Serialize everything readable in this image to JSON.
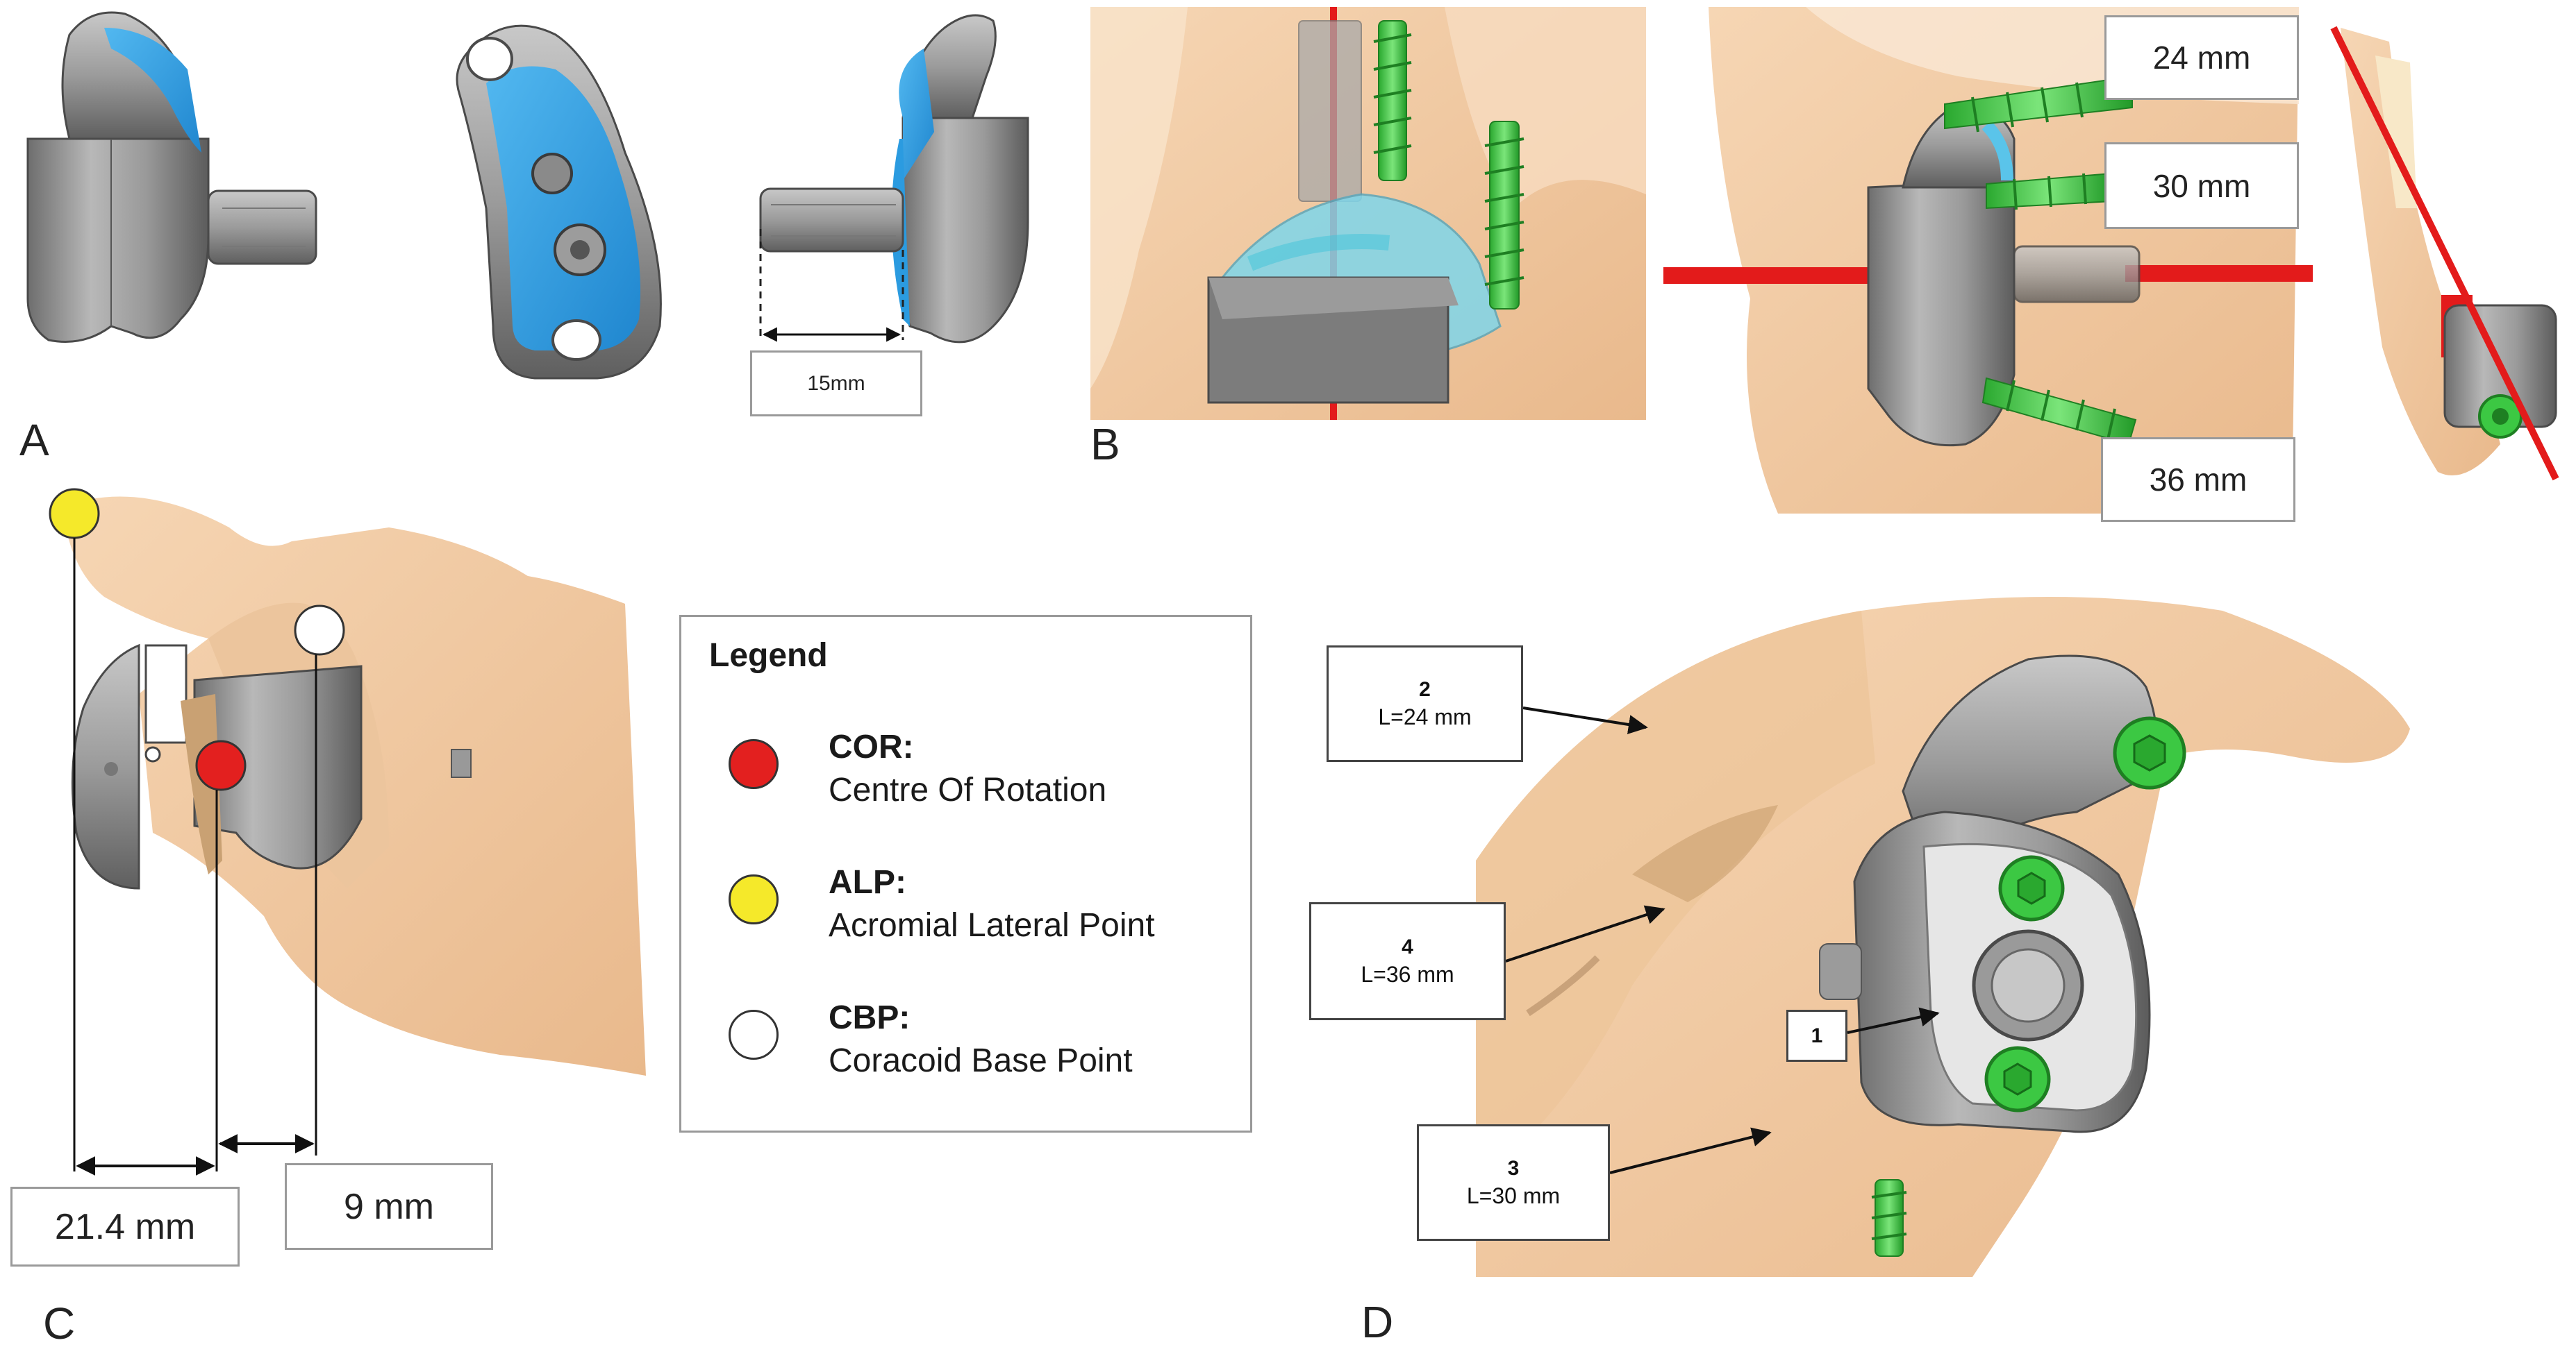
{
  "panels": {
    "a": "A",
    "b": "B",
    "c": "C",
    "d": "D"
  },
  "panel_a": {
    "peg_length": "15mm"
  },
  "panel_b": {
    "screw_1": "24 mm",
    "screw_2": "30 mm",
    "screw_3": "36 mm"
  },
  "panel_c": {
    "dist_alp_cor": "21.4 mm",
    "dist_cor_cbp": "9 mm"
  },
  "legend": {
    "title": "Legend",
    "items": [
      {
        "abbr": "COR:",
        "desc": "Centre Of Rotation",
        "color": "#e3201f"
      },
      {
        "abbr": "ALP:",
        "desc": "Acromial Lateral Point",
        "color": "#f5e92a"
      },
      {
        "abbr": "CBP:",
        "desc": "Coracoid Base Point",
        "color": "#ffffff"
      }
    ]
  },
  "panel_d": {
    "callouts": [
      {
        "num": "2",
        "len": "L=24 mm"
      },
      {
        "num": "4",
        "len": "L=36 mm"
      },
      {
        "num": "1",
        "len": ""
      },
      {
        "num": "3",
        "len": "L=30 mm"
      }
    ]
  },
  "colors": {
    "bone": "#f1c9a0",
    "implant_metal": "#8e8e8e",
    "implant_coating": "#2b9be0",
    "screw": "#35c43a",
    "axis_red": "#e31b1b"
  }
}
